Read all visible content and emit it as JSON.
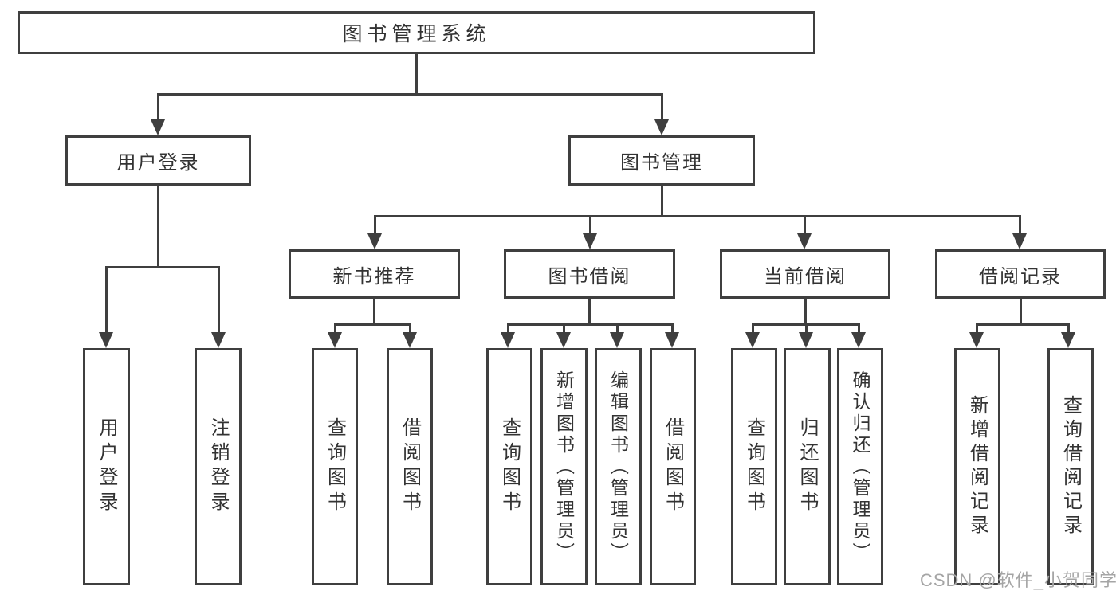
{
  "diagram": {
    "type": "hierarchy-tree",
    "orientation": "top-down"
  },
  "tree": {
    "label": "图书管理系统",
    "children": [
      {
        "label": "用户登录",
        "children": [
          {
            "label": "用户登录"
          },
          {
            "label": "注销登录"
          }
        ]
      },
      {
        "label": "图书管理",
        "children": [
          {
            "label": "新书推荐",
            "children": [
              {
                "label": "查询图书"
              },
              {
                "label": "借阅图书"
              }
            ]
          },
          {
            "label": "图书借阅",
            "children": [
              {
                "label": "查询图书"
              },
              {
                "label": "新增图书（管理员）"
              },
              {
                "label": "编辑图书（管理员）"
              },
              {
                "label": "借阅图书"
              }
            ]
          },
          {
            "label": "当前借阅",
            "children": [
              {
                "label": "查询图书"
              },
              {
                "label": "归还图书"
              },
              {
                "label": "确认归还（管理员）"
              }
            ]
          },
          {
            "label": "借阅记录",
            "children": [
              {
                "label": "新增借阅记录"
              },
              {
                "label": "查询借阅记录"
              }
            ]
          }
        ]
      }
    ]
  },
  "watermark": {
    "text": "CSDN @软件_小贺同学"
  },
  "colors": {
    "line": "#3f3f3f",
    "text": "#333333",
    "watermark": "#a5a5a5",
    "background": "#ffffff"
  }
}
